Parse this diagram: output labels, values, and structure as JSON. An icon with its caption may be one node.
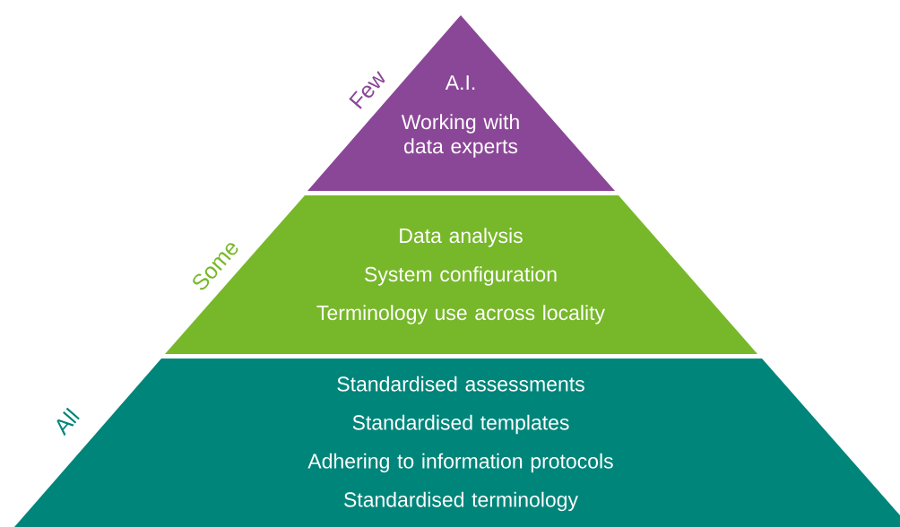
{
  "diagram": {
    "nodes": [
      {
        "text": [
          "A.I.",
          "Working with data experts"
        ],
        "beside": [
          "Few"
        ]
      },
      {
        "text": [
          "Data analysis",
          "System configuration",
          "Terminology use across locality"
        ],
        "beside": [
          "Some"
        ]
      },
      {
        "text": [
          "Standardised assessments",
          "Standardised templates",
          "Adhering to information protocols",
          "Standardised terminology"
        ],
        "beside": [
          "All"
        ]
      }
    ]
  }
}
